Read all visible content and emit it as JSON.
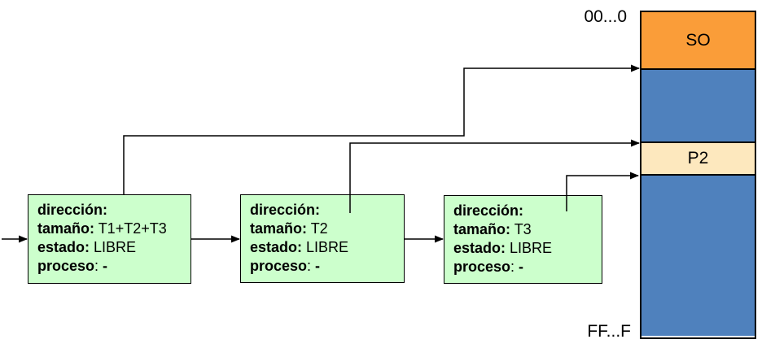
{
  "nodes": [
    {
      "direccion_label": "dirección:",
      "tamano_label": "tamaño:",
      "tamano_value": " T1+T2+T3",
      "estado_label": "estado:",
      "estado_value": " LIBRE",
      "proceso_label": "proceso",
      "proceso_colon": ": ",
      "proceso_value": "-"
    },
    {
      "direccion_label": "dirección:",
      "tamano_label": "tamaño:",
      "tamano_value": " T2",
      "estado_label": "estado:",
      "estado_value": " LIBRE",
      "proceso_label": "proceso",
      "proceso_colon": ": ",
      "proceso_value": "-"
    },
    {
      "direccion_label": "dirección:",
      "tamano_label": "tamaño:",
      "tamano_value": " T3",
      "estado_label": "estado:",
      "estado_value": " LIBRE",
      "proceso_label": "proceso",
      "proceso_colon": ": ",
      "proceso_value": "-"
    }
  ],
  "memory_map": {
    "address_top": "00...0",
    "address_bottom": "FF...F",
    "segments": [
      {
        "label": "SO",
        "color": "#FA9D39"
      },
      {
        "label": "",
        "color": "#4F81BD"
      },
      {
        "label": "P2",
        "color": "#FDE8BE"
      },
      {
        "label": "",
        "color": "#4F81BD"
      }
    ]
  },
  "colors": {
    "node_fill": "#CCFFCC",
    "line": "#000000",
    "background": "#FFFFFF"
  }
}
